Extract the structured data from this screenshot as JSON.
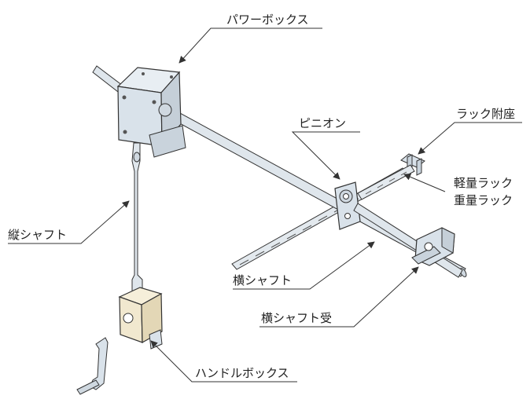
{
  "labels": {
    "power_box": "パワーボックス",
    "pinion": "ピニオン",
    "rack_seat": "ラック附座",
    "light_rack": "軽量ラック",
    "heavy_rack": "重量ラック",
    "vertical_shaft": "縦シャフト",
    "horizontal_shaft": "横シャフト",
    "horizontal_shaft_bearing": "横シャフト受",
    "handle_box": "ハンドルボックス"
  },
  "colors": {
    "box_fill": "#d9e2ea",
    "handle_box_fill": "#f1e8cf",
    "shaft_fill": "#dfe6ec",
    "rack_fill": "#e3e9ee",
    "outline": "#333333"
  }
}
